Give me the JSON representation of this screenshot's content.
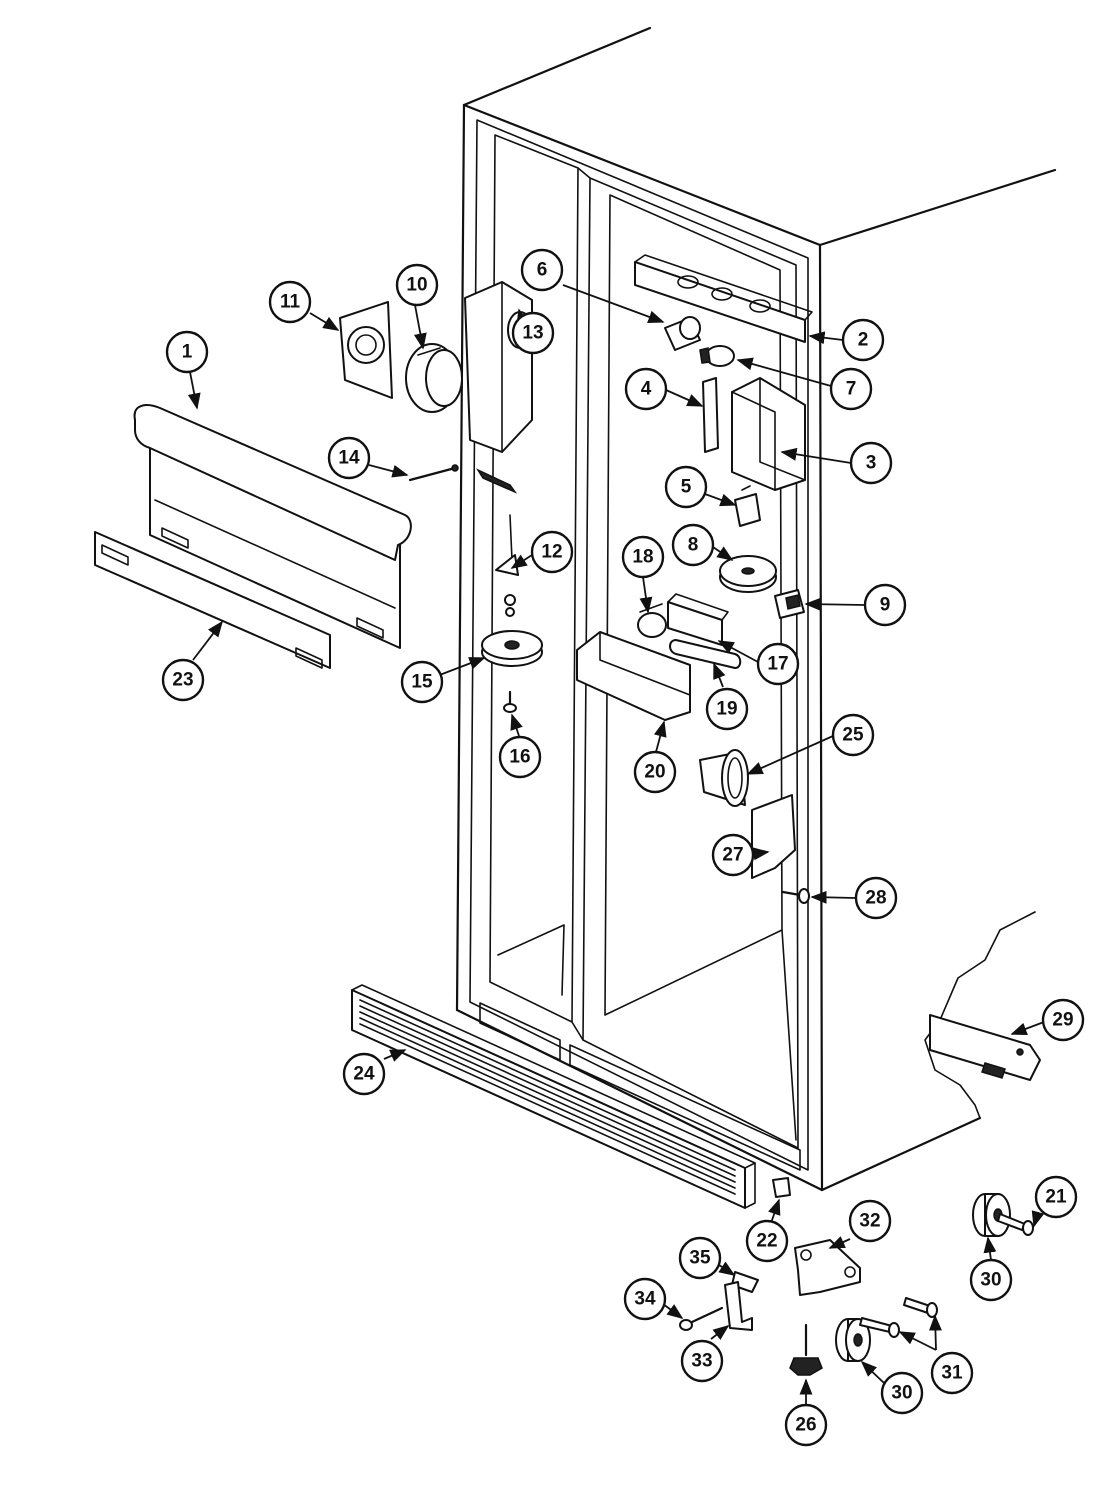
{
  "callouts": [
    "1",
    "2",
    "3",
    "4",
    "5",
    "6",
    "7",
    "8",
    "9",
    "10",
    "11",
    "12",
    "13",
    "14",
    "15",
    "16",
    "17",
    "18",
    "19",
    "20",
    "21",
    "22",
    "23",
    "24",
    "25",
    "26",
    "27",
    "28",
    "29",
    "30",
    "30",
    "31",
    "32",
    "33",
    "34",
    "35"
  ]
}
